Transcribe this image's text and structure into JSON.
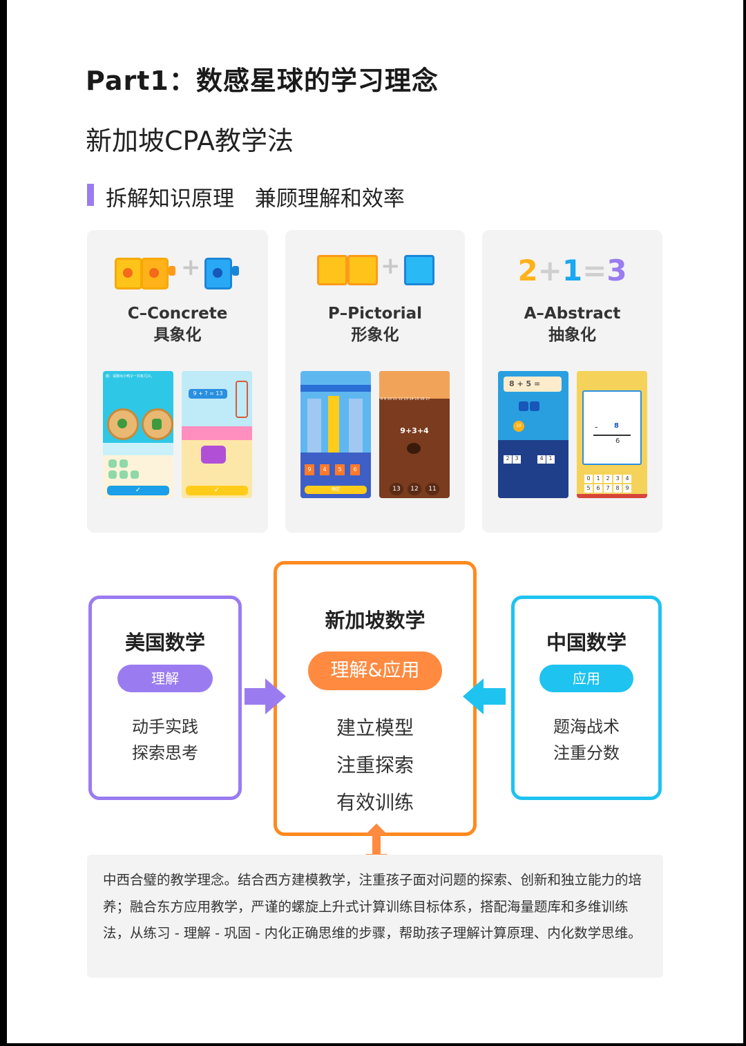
{
  "header": {
    "part_title": "Part1：数感星球的学习理念",
    "method_title": "新加坡CPA教学法",
    "section_title": "拆解知识原理 兼顾理解和效率"
  },
  "cpa_cards": [
    {
      "label_en": "C–Concrete",
      "label_cn": "具象化"
    },
    {
      "label_en": "P–Pictorial",
      "label_cn": "形象化"
    },
    {
      "label_en": "A–Abstract",
      "label_cn": "抽象化",
      "equation": [
        "2",
        "+",
        "1",
        "=",
        "3"
      ]
    }
  ],
  "phones": {
    "c1_top": "题：请数出小鸭子一共有几只。",
    "c2_eq": "9 + ? = 13",
    "p1_nums": [
      "9",
      "4",
      "5",
      "6"
    ],
    "p1_btn": "确定",
    "p2_eq": "9+3+4",
    "p2_ruler": "8 9 10 11 12 13 14 15 16 17",
    "p2_opts": [
      "13",
      "12",
      "11"
    ],
    "a1_eq": "8 + 5 =",
    "a1_node": "10",
    "a1_pairs": [
      "2",
      "3",
      "4",
      "1"
    ],
    "a2_nums": [
      "8",
      "6"
    ],
    "a2_minus": "-",
    "a2_keys": [
      "0",
      "1",
      "2",
      "3",
      "4",
      "5",
      "6",
      "7",
      "8",
      "9"
    ]
  },
  "compare": {
    "usa": {
      "title": "美国数学",
      "tag": "理解",
      "lines": [
        "动手实践",
        "探索思考"
      ]
    },
    "singapore": {
      "title": "新加坡数学",
      "tag": "理解&应用",
      "lines": [
        "建立模型",
        "注重探索",
        "有效训练"
      ]
    },
    "china": {
      "title": "中国数学",
      "tag": "应用",
      "lines": [
        "题海战术",
        "注重分数"
      ]
    }
  },
  "description": "中西合璧的教学理念。结合西方建模教学，注重孩子面对问题的探索、创新和独立能力的培养；融合东方应用教学，严谨的螺旋上升式计算训练目标体系，搭配海量题库和多维训练法，从练习 - 理解 - 巩固 - 内化正确思维的步骤，帮助孩子理解计算原理、内化数学思维。",
  "colors": {
    "purple": "#9a7cf0",
    "orange": "#ff8a1f",
    "blue": "#1ec3f0",
    "cube_yellow": "#ffc41a",
    "cube_orange": "#ff8a1f",
    "cube_blue": "#29a8f5"
  }
}
